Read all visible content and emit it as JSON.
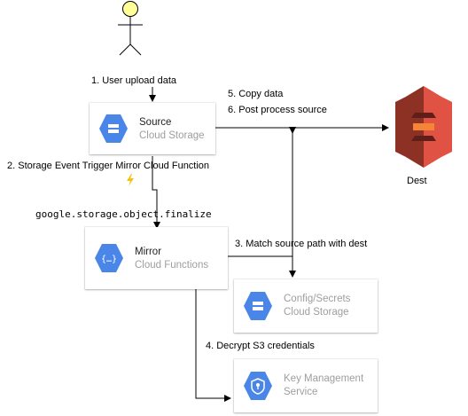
{
  "steps": {
    "step1": "1. User upload data",
    "step2": "2. Storage Event Trigger Mirror Cloud Function",
    "event_name": "google.storage.object.finalize",
    "step3": "3. Match source path with dest",
    "step4": "4. Decrypt S3 credentials",
    "step5": "5. Copy data",
    "step6": "6. Post process source"
  },
  "nodes": {
    "source": {
      "title": "Source",
      "subtitle": "Cloud Storage"
    },
    "mirror": {
      "title": "Mirror",
      "subtitle": "Cloud Functions"
    },
    "config": {
      "title": "Config/Secrets",
      "subtitle": "Cloud Storage"
    },
    "kms": {
      "title": "Key Management",
      "subtitle": "Service"
    },
    "dest": {
      "label": "Dest"
    }
  },
  "colors": {
    "gcp_blue": "#4a86e8",
    "aws_red_light": "#e05243",
    "aws_red_dark": "#8c3123",
    "actor_head": "#ffff99",
    "event_bolt": "#f4c20d"
  },
  "icons": {
    "actor": "person-icon",
    "source": "cloud-storage-icon",
    "mirror": "cloud-functions-icon",
    "config": "cloud-storage-icon",
    "kms": "key-management-icon",
    "dest": "aws-s3-bucket-icon",
    "trigger": "lightning-bolt-icon"
  }
}
